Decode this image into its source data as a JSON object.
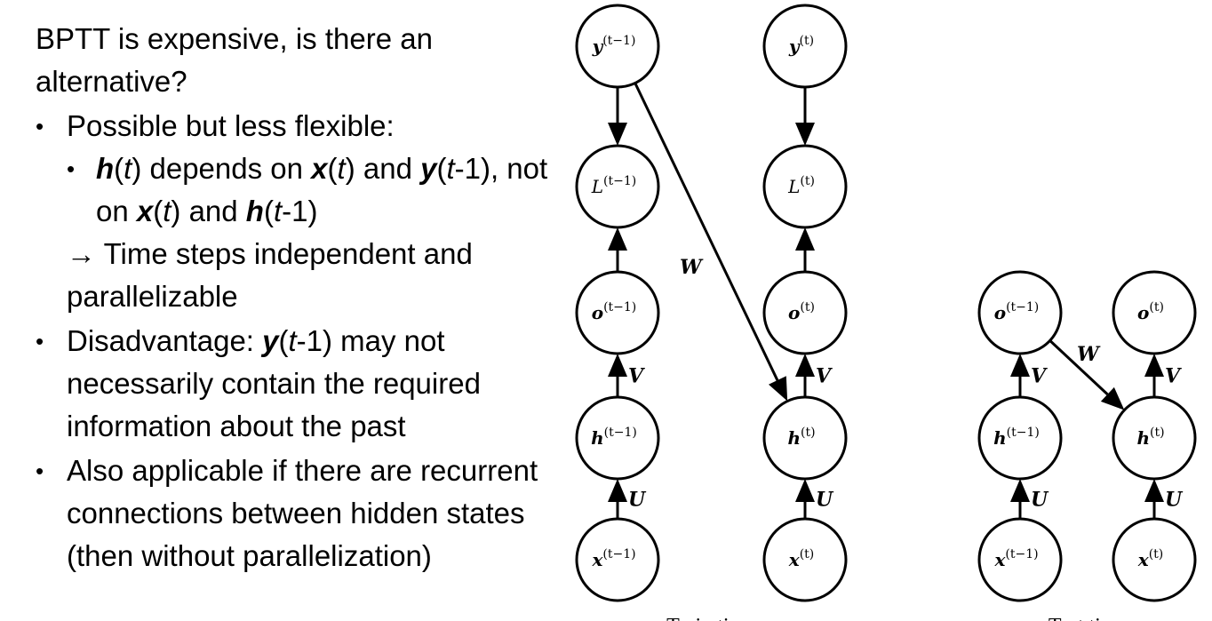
{
  "slide": {
    "title": "BPTT is expensive, is there an alternative?",
    "bullets": [
      {
        "label": "Possible but less flexible:",
        "sub": {
          "parts": [
            {
              "t": "h",
              "s": "bi"
            },
            {
              "t": "(",
              "s": ""
            },
            {
              "t": "t",
              "s": "i"
            },
            {
              "t": ") depends on ",
              "s": ""
            },
            {
              "t": "x",
              "s": "bi"
            },
            {
              "t": "(",
              "s": ""
            },
            {
              "t": "t",
              "s": "i"
            },
            {
              "t": ") and ",
              "s": ""
            },
            {
              "t": "y",
              "s": "bi"
            },
            {
              "t": "(",
              "s": ""
            },
            {
              "t": "t",
              "s": "i"
            },
            {
              "t": "-1), not on ",
              "s": ""
            },
            {
              "t": "x",
              "s": "bi"
            },
            {
              "t": "(",
              "s": ""
            },
            {
              "t": "t",
              "s": "i"
            },
            {
              "t": ") and ",
              "s": ""
            },
            {
              "t": "h",
              "s": "bi"
            },
            {
              "t": "(",
              "s": ""
            },
            {
              "t": "t",
              "s": "i"
            },
            {
              "t": "-1)",
              "s": ""
            }
          ]
        },
        "consequence": "→ Time steps independent and parallelizable"
      },
      {
        "parts": [
          {
            "t": "Disadvantage: ",
            "s": ""
          },
          {
            "t": "y",
            "s": "bi"
          },
          {
            "t": "(",
            "s": ""
          },
          {
            "t": "t",
            "s": "i"
          },
          {
            "t": "-1) may not necessarily contain the required information about the past",
            "s": ""
          }
        ]
      },
      {
        "parts": [
          {
            "t": "Also applicable if there are recurrent connections between hidden states (then without parallelization)",
            "s": ""
          }
        ]
      }
    ]
  },
  "diagrams": {
    "train": {
      "caption": "Train time",
      "nodes": [
        {
          "id": "y_prev",
          "base": "y",
          "sup": "(t−1)",
          "col": 0,
          "row": 0
        },
        {
          "id": "L_prev",
          "base": "L",
          "sup": "(t−1)",
          "col": 0,
          "row": 1,
          "italic": true
        },
        {
          "id": "o_prev",
          "base": "o",
          "sup": "(t−1)",
          "col": 0,
          "row": 2
        },
        {
          "id": "h_prev",
          "base": "h",
          "sup": "(t−1)",
          "col": 0,
          "row": 3
        },
        {
          "id": "x_prev",
          "base": "x",
          "sup": "(t−1)",
          "col": 0,
          "row": 4
        },
        {
          "id": "y_t",
          "base": "y",
          "sup": "(t)",
          "col": 1,
          "row": 0
        },
        {
          "id": "L_t",
          "base": "L",
          "sup": "(t)",
          "col": 1,
          "row": 1,
          "italic": true
        },
        {
          "id": "o_t",
          "base": "o",
          "sup": "(t)",
          "col": 1,
          "row": 2
        },
        {
          "id": "h_t",
          "base": "h",
          "sup": "(t)",
          "col": 1,
          "row": 3
        },
        {
          "id": "x_t",
          "base": "x",
          "sup": "(t)",
          "col": 1,
          "row": 4
        }
      ],
      "edges": [
        {
          "from": "y_prev",
          "to": "L_prev",
          "label": ""
        },
        {
          "from": "o_prev",
          "to": "L_prev",
          "label": ""
        },
        {
          "from": "h_prev",
          "to": "o_prev",
          "label": "V"
        },
        {
          "from": "x_prev",
          "to": "h_prev",
          "label": "U"
        },
        {
          "from": "y_t",
          "to": "L_t",
          "label": ""
        },
        {
          "from": "o_t",
          "to": "L_t",
          "label": ""
        },
        {
          "from": "h_t",
          "to": "o_t",
          "label": "V"
        },
        {
          "from": "x_t",
          "to": "h_t",
          "label": "U"
        },
        {
          "from": "y_prev",
          "to": "h_t",
          "label": "W"
        }
      ]
    },
    "test": {
      "caption": "Test time",
      "nodes": [
        {
          "id": "o_prev",
          "base": "o",
          "sup": "(t−1)",
          "col": 0,
          "row": 2
        },
        {
          "id": "h_prev",
          "base": "h",
          "sup": "(t−1)",
          "col": 0,
          "row": 3
        },
        {
          "id": "x_prev",
          "base": "x",
          "sup": "(t−1)",
          "col": 0,
          "row": 4
        },
        {
          "id": "o_t",
          "base": "o",
          "sup": "(t)",
          "col": 1,
          "row": 2
        },
        {
          "id": "h_t",
          "base": "h",
          "sup": "(t)",
          "col": 1,
          "row": 3
        },
        {
          "id": "x_t",
          "base": "x",
          "sup": "(t)",
          "col": 1,
          "row": 4
        }
      ],
      "edges": [
        {
          "from": "h_prev",
          "to": "o_prev",
          "label": "V"
        },
        {
          "from": "x_prev",
          "to": "h_prev",
          "label": "U"
        },
        {
          "from": "h_t",
          "to": "o_t",
          "label": "V"
        },
        {
          "from": "x_t",
          "to": "h_t",
          "label": "U"
        },
        {
          "from": "o_prev",
          "to": "h_t",
          "label": "W"
        }
      ]
    }
  }
}
